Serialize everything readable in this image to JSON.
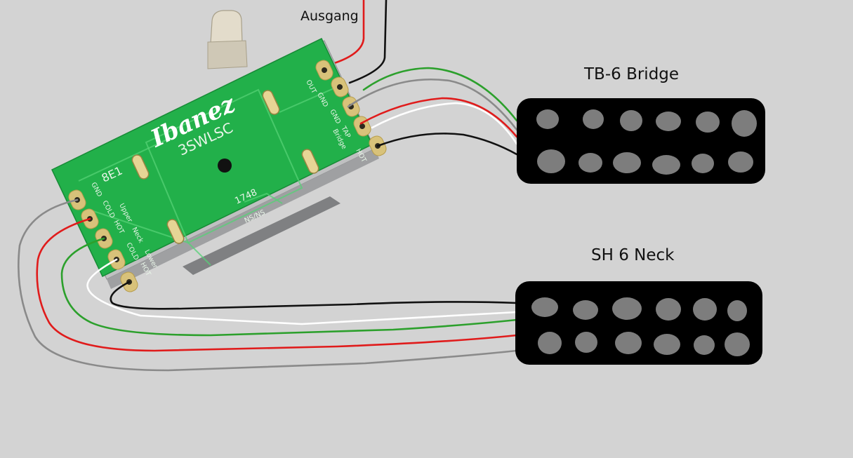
{
  "labels": {
    "output": "Ausgang",
    "bridge_pickup": "TB-6 Bridge",
    "neck_pickup": "SH 6 Neck"
  },
  "switch": {
    "brand": "Ibanez",
    "model": "3SWLSC",
    "code": "8E1",
    "chip": "1748",
    "ns": "NS/NS",
    "right_pads": [
      "OUT",
      "GND",
      "GND",
      "TAP",
      "HOT"
    ],
    "right_group": "Bridge",
    "left_pads": [
      "GND",
      "COLD",
      "HOT",
      "COLD",
      "HOT"
    ],
    "left_group_upper": "Upper",
    "left_group_neck": "Neck",
    "left_group_lower": "Lower"
  },
  "colors": {
    "background": "#d3d3d3",
    "pcb": "#22b04a",
    "pickup": "#000000",
    "pole": "#7d7d7d",
    "wire_red": "#e01b1b",
    "wire_black": "#111111",
    "wire_green": "#2ca02c",
    "wire_white": "#ffffff",
    "wire_gray": "#8a8a8a"
  }
}
